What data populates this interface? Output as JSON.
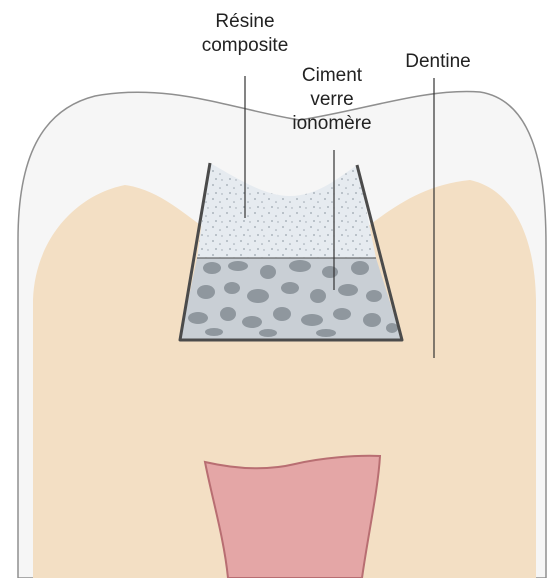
{
  "labels": {
    "resin_line1": "Résine",
    "resin_line2": "composite",
    "glass_line1": "Ciment",
    "glass_line2": "verre",
    "glass_line3": "ionomère",
    "dentin": "Dentine"
  },
  "colors": {
    "enamel": "#f6f6f6",
    "enamel_outline": "#8f8f8f",
    "dentin": "#f3dfc4",
    "pulp": "#e4a6a6",
    "pulp_outline": "#b86e72",
    "composite": "#e6ebf0",
    "glass_ionomer": "#c9cfd5",
    "particles": "#8f979e",
    "cavity_outline": "#4b4b4b",
    "leader_lines": "#333333"
  }
}
